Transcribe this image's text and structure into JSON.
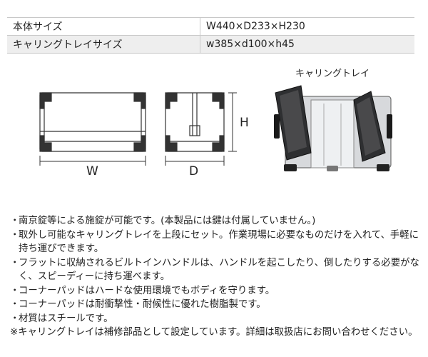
{
  "spec": {
    "rows": [
      {
        "label": "本体サイズ",
        "value": "W440×D233×H230"
      },
      {
        "label": "キャリングトレイサイズ",
        "value": "w385×d100×h45"
      }
    ]
  },
  "diagram": {
    "width_label": "W",
    "depth_label": "D",
    "height_label": "H",
    "tray_caption": "キャリングトレイ"
  },
  "notes": {
    "bullet": "・",
    "items": [
      "南京錠等による施錠が可能です。(本製品には鍵は付属していません。)",
      "取外し可能なキャリングトレイを上段にセット。作業現場に必要なものだけを入れて、手軽に持ち運びできます。",
      "フラットに収納されるビルトインハンドルは、ハンドルを起こしたり、倒したりする必要がなく、スピーディーに持ち運べます。",
      "コーナーパッドはハードな使用環境でもボディを守ります。",
      "コーナーパッドは耐衝撃性・耐候性に優れた樹脂製です。",
      "材質はスチールです。"
    ],
    "footnote": "※キャリングトレイは補修部品として設定しています。詳細は取扱店にお問い合わせください。"
  }
}
